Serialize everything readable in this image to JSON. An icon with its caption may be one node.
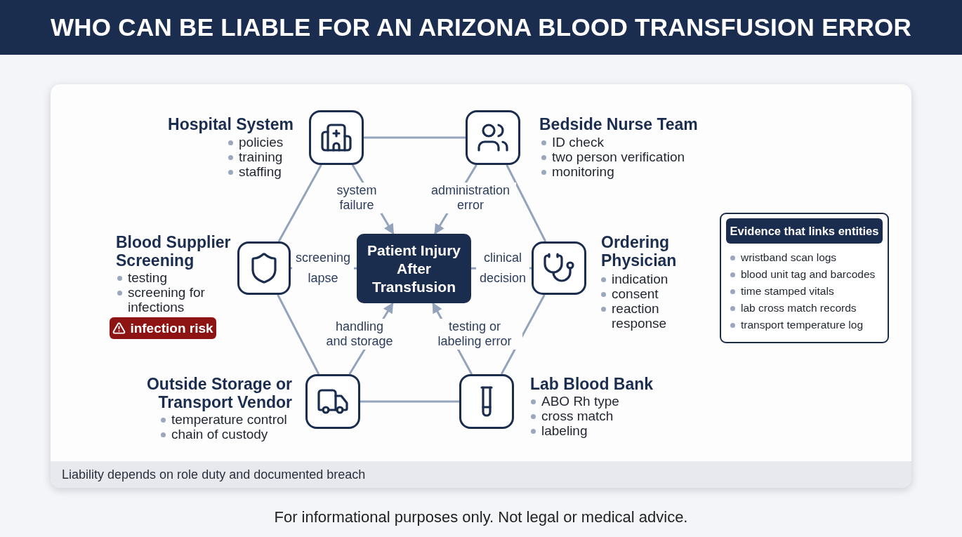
{
  "diagram": {
    "title": "WHO CAN BE LIABLE FOR AN ARIZONA BLOOD TRANSFUSION ERROR",
    "caption": "For informational purposes only. Not legal or medical advice.",
    "nodes": [
      {
        "text": [
          "Hospital System",
          "policies",
          "training",
          "staffing"
        ]
      },
      {
        "text": [
          "Bedside Nurse Team",
          "ID check",
          "two person verification",
          "monitoring"
        ]
      },
      {
        "text": [
          "Blood Supplier Screening",
          "testing",
          "screening for infections"
        ]
      },
      {
        "text": [
          "Patient Injury After Transfusion"
        ]
      },
      {
        "text": [
          "Ordering Physician",
          "indication",
          "consent",
          "reaction response"
        ]
      },
      {
        "text": [
          "infection risk"
        ]
      },
      {
        "text": [
          "Outside Storage or Transport Vendor",
          "temperature control",
          "chain of custody"
        ]
      },
      {
        "text": [
          "Lab Blood Bank",
          "ABO Rh type",
          "cross match",
          "labeling"
        ]
      },
      {
        "text": [
          "wristband scan logs",
          "blood unit tag and barcodes",
          "time stamped vitals",
          "lab cross match records",
          "transport temperature log"
        ]
      },
      {
        "text": [
          "Evidence that links entities"
        ],
        "in": 8
      },
      {
        "text": [
          "Liability depends on role duty and documented breach"
        ]
      }
    ],
    "edges": [
      {
        "from": 0,
        "to": 1,
        "arrow": "none"
      },
      {
        "from": 1,
        "to": 4,
        "arrow": "none"
      },
      {
        "from": 4,
        "to": 7,
        "arrow": "none"
      },
      {
        "from": 7,
        "to": 6,
        "arrow": "none"
      },
      {
        "from": 6,
        "to": 2,
        "arrow": "none"
      },
      {
        "from": 2,
        "to": 0,
        "arrow": "none"
      },
      {
        "from": 0,
        "to": 3,
        "arrow": "to",
        "label": "system failure"
      },
      {
        "from": 1,
        "to": 3,
        "arrow": "to",
        "label": "administration error"
      },
      {
        "from": 2,
        "to": 3,
        "arrow": "none",
        "label": "screening lapse"
      },
      {
        "from": 4,
        "to": 3,
        "arrow": "none",
        "label": "clinical decision"
      },
      {
        "from": 6,
        "to": 3,
        "arrow": "to",
        "label": "handling and storage"
      },
      {
        "from": 7,
        "to": 3,
        "arrow": "to",
        "label": "testing or labeling error"
      }
    ]
  }
}
